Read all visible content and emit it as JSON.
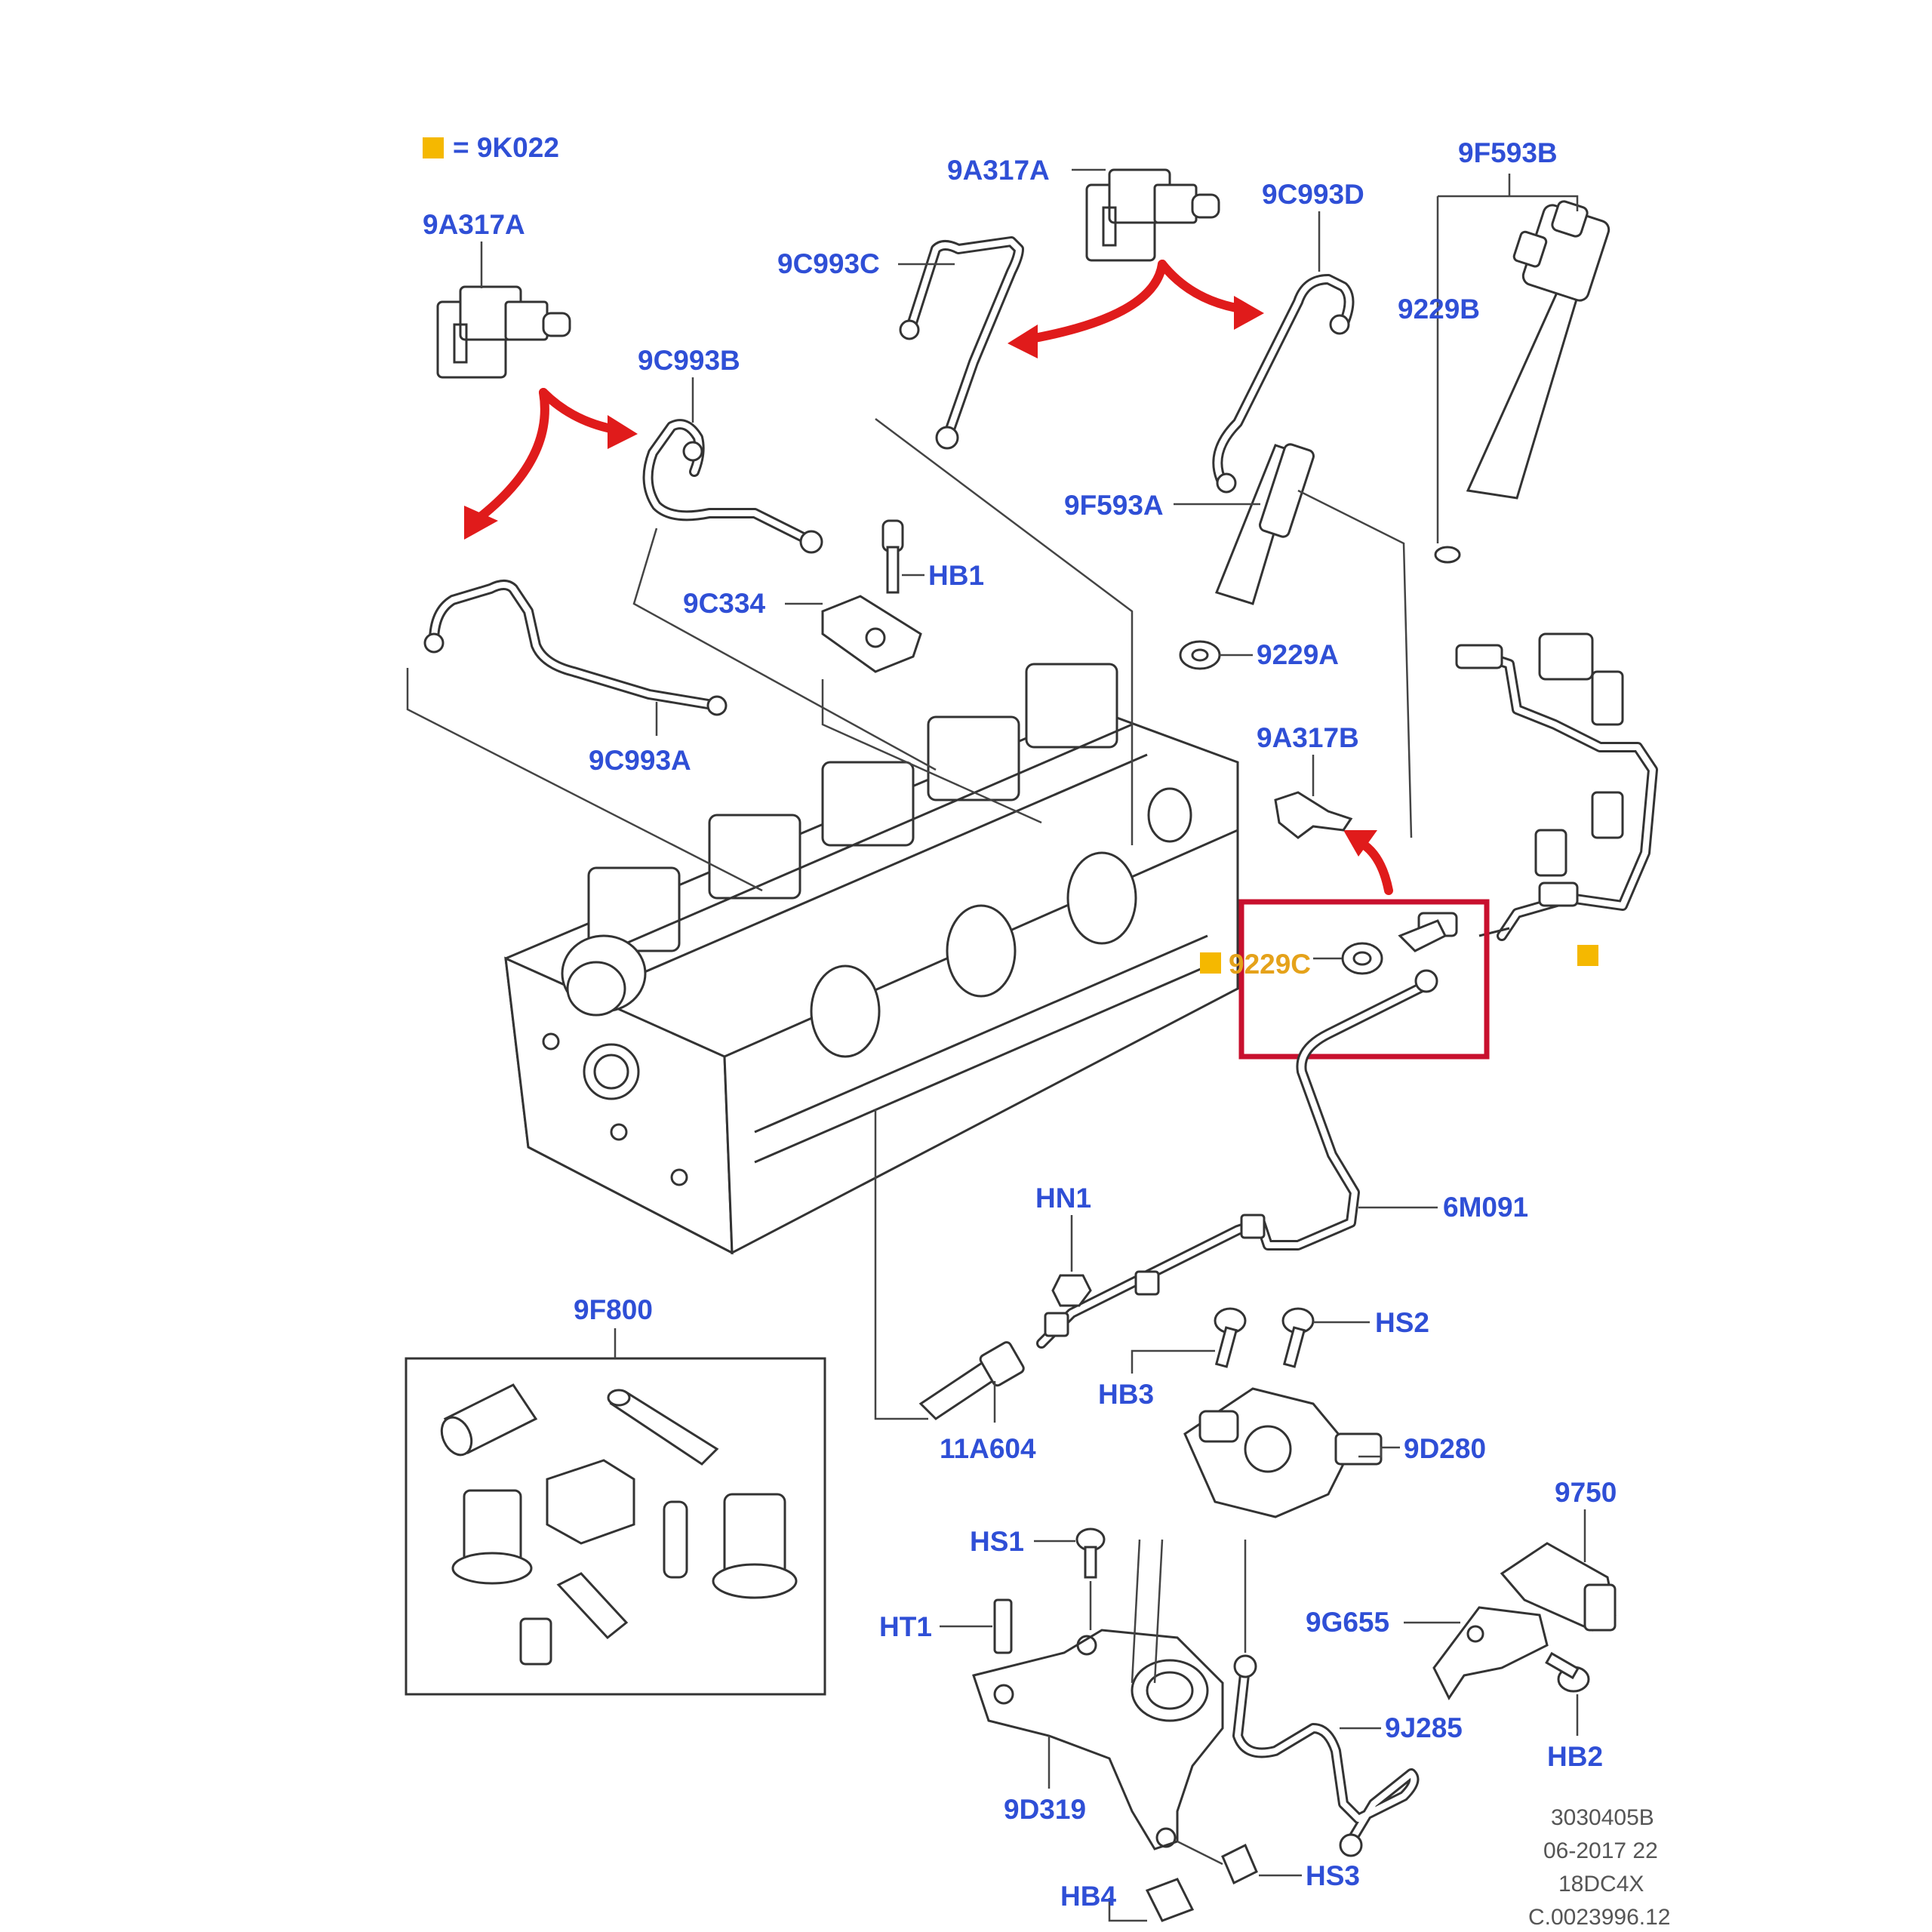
{
  "legend": {
    "symbol_color": "#f5b800",
    "text": "= 9K022"
  },
  "labels": {
    "a9A317A_left": "9A317A",
    "a9A317A_top": "9A317A",
    "a9C993C": "9C993C",
    "a9C993D": "9C993D",
    "a9F593B": "9F593B",
    "a9229B": "9229B",
    "a9C993B": "9C993B",
    "aHB1": "HB1",
    "a9C334": "9C334",
    "a9F593A": "9F593A",
    "a9229A": "9229A",
    "a9C993A": "9C993A",
    "a9A317B": "9A317B",
    "a9229C": "9229C",
    "a6M091": "6M091",
    "aHN1": "HN1",
    "a9F800": "9F800",
    "aHS2": "HS2",
    "aHB3": "HB3",
    "a11A604": "11A604",
    "a9D280": "9D280",
    "a9750": "9750",
    "aHS1": "HS1",
    "aHT1": "HT1",
    "a9G655": "9G655",
    "a9J285": "9J285",
    "aHB2": "HB2",
    "a9D319": "9D319",
    "aHS3": "HS3",
    "aHB4": "HB4"
  },
  "reference": {
    "line1": "3030405B",
    "line2": "06-2017 22",
    "line3": "18DC4X",
    "line4": "C.0023996.12"
  },
  "colors": {
    "label_blue": "#2f4fd6",
    "highlight_box": "#c8102e",
    "arrow_red": "#e01b1b",
    "highlight_label": "#e5a21a"
  }
}
